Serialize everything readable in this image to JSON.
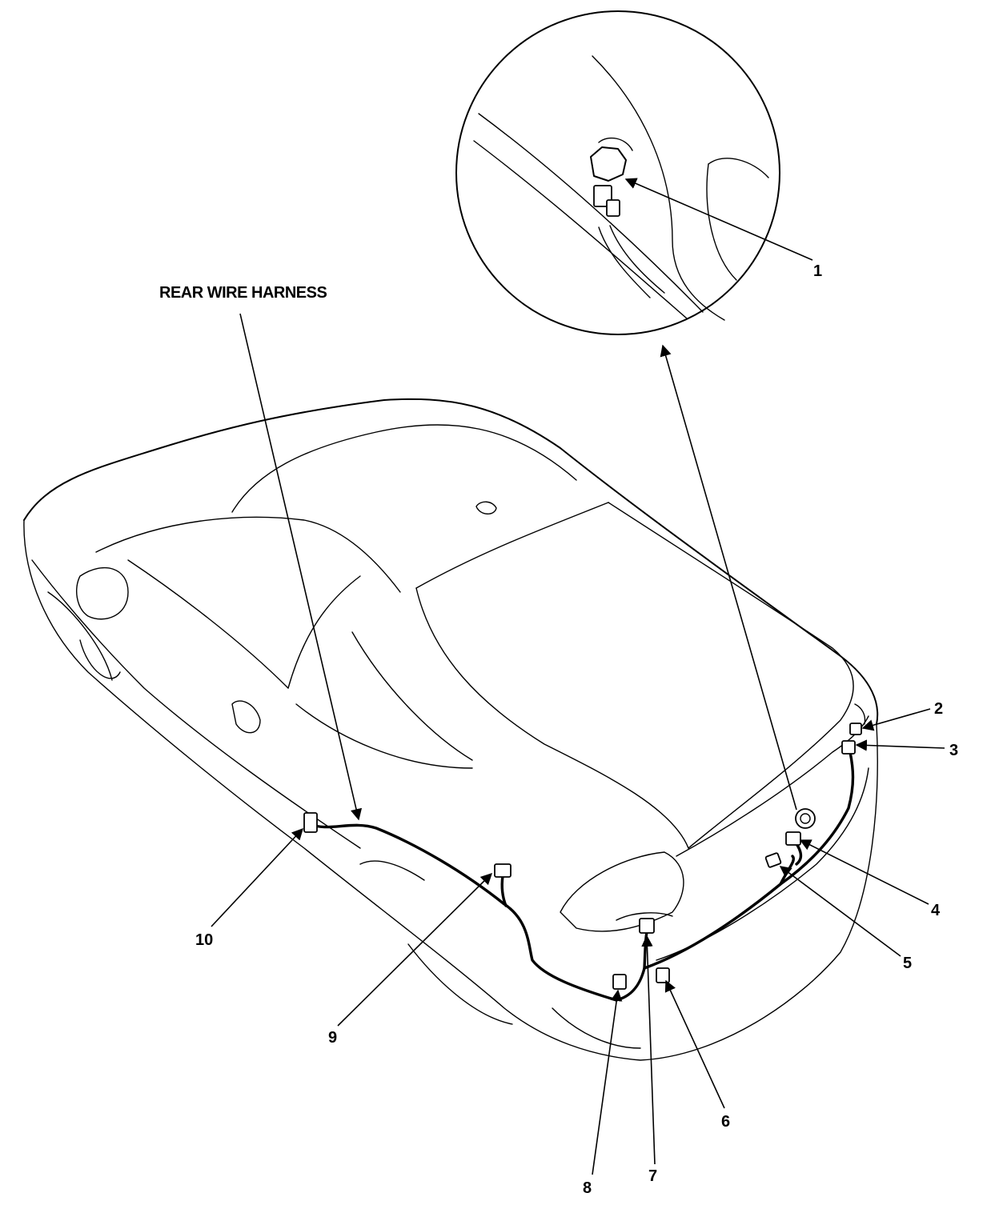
{
  "diagram": {
    "harness_label": "REAR WIRE HARNESS",
    "callouts": [
      "1",
      "2",
      "3",
      "4",
      "5",
      "6",
      "7",
      "8",
      "9",
      "10"
    ]
  }
}
